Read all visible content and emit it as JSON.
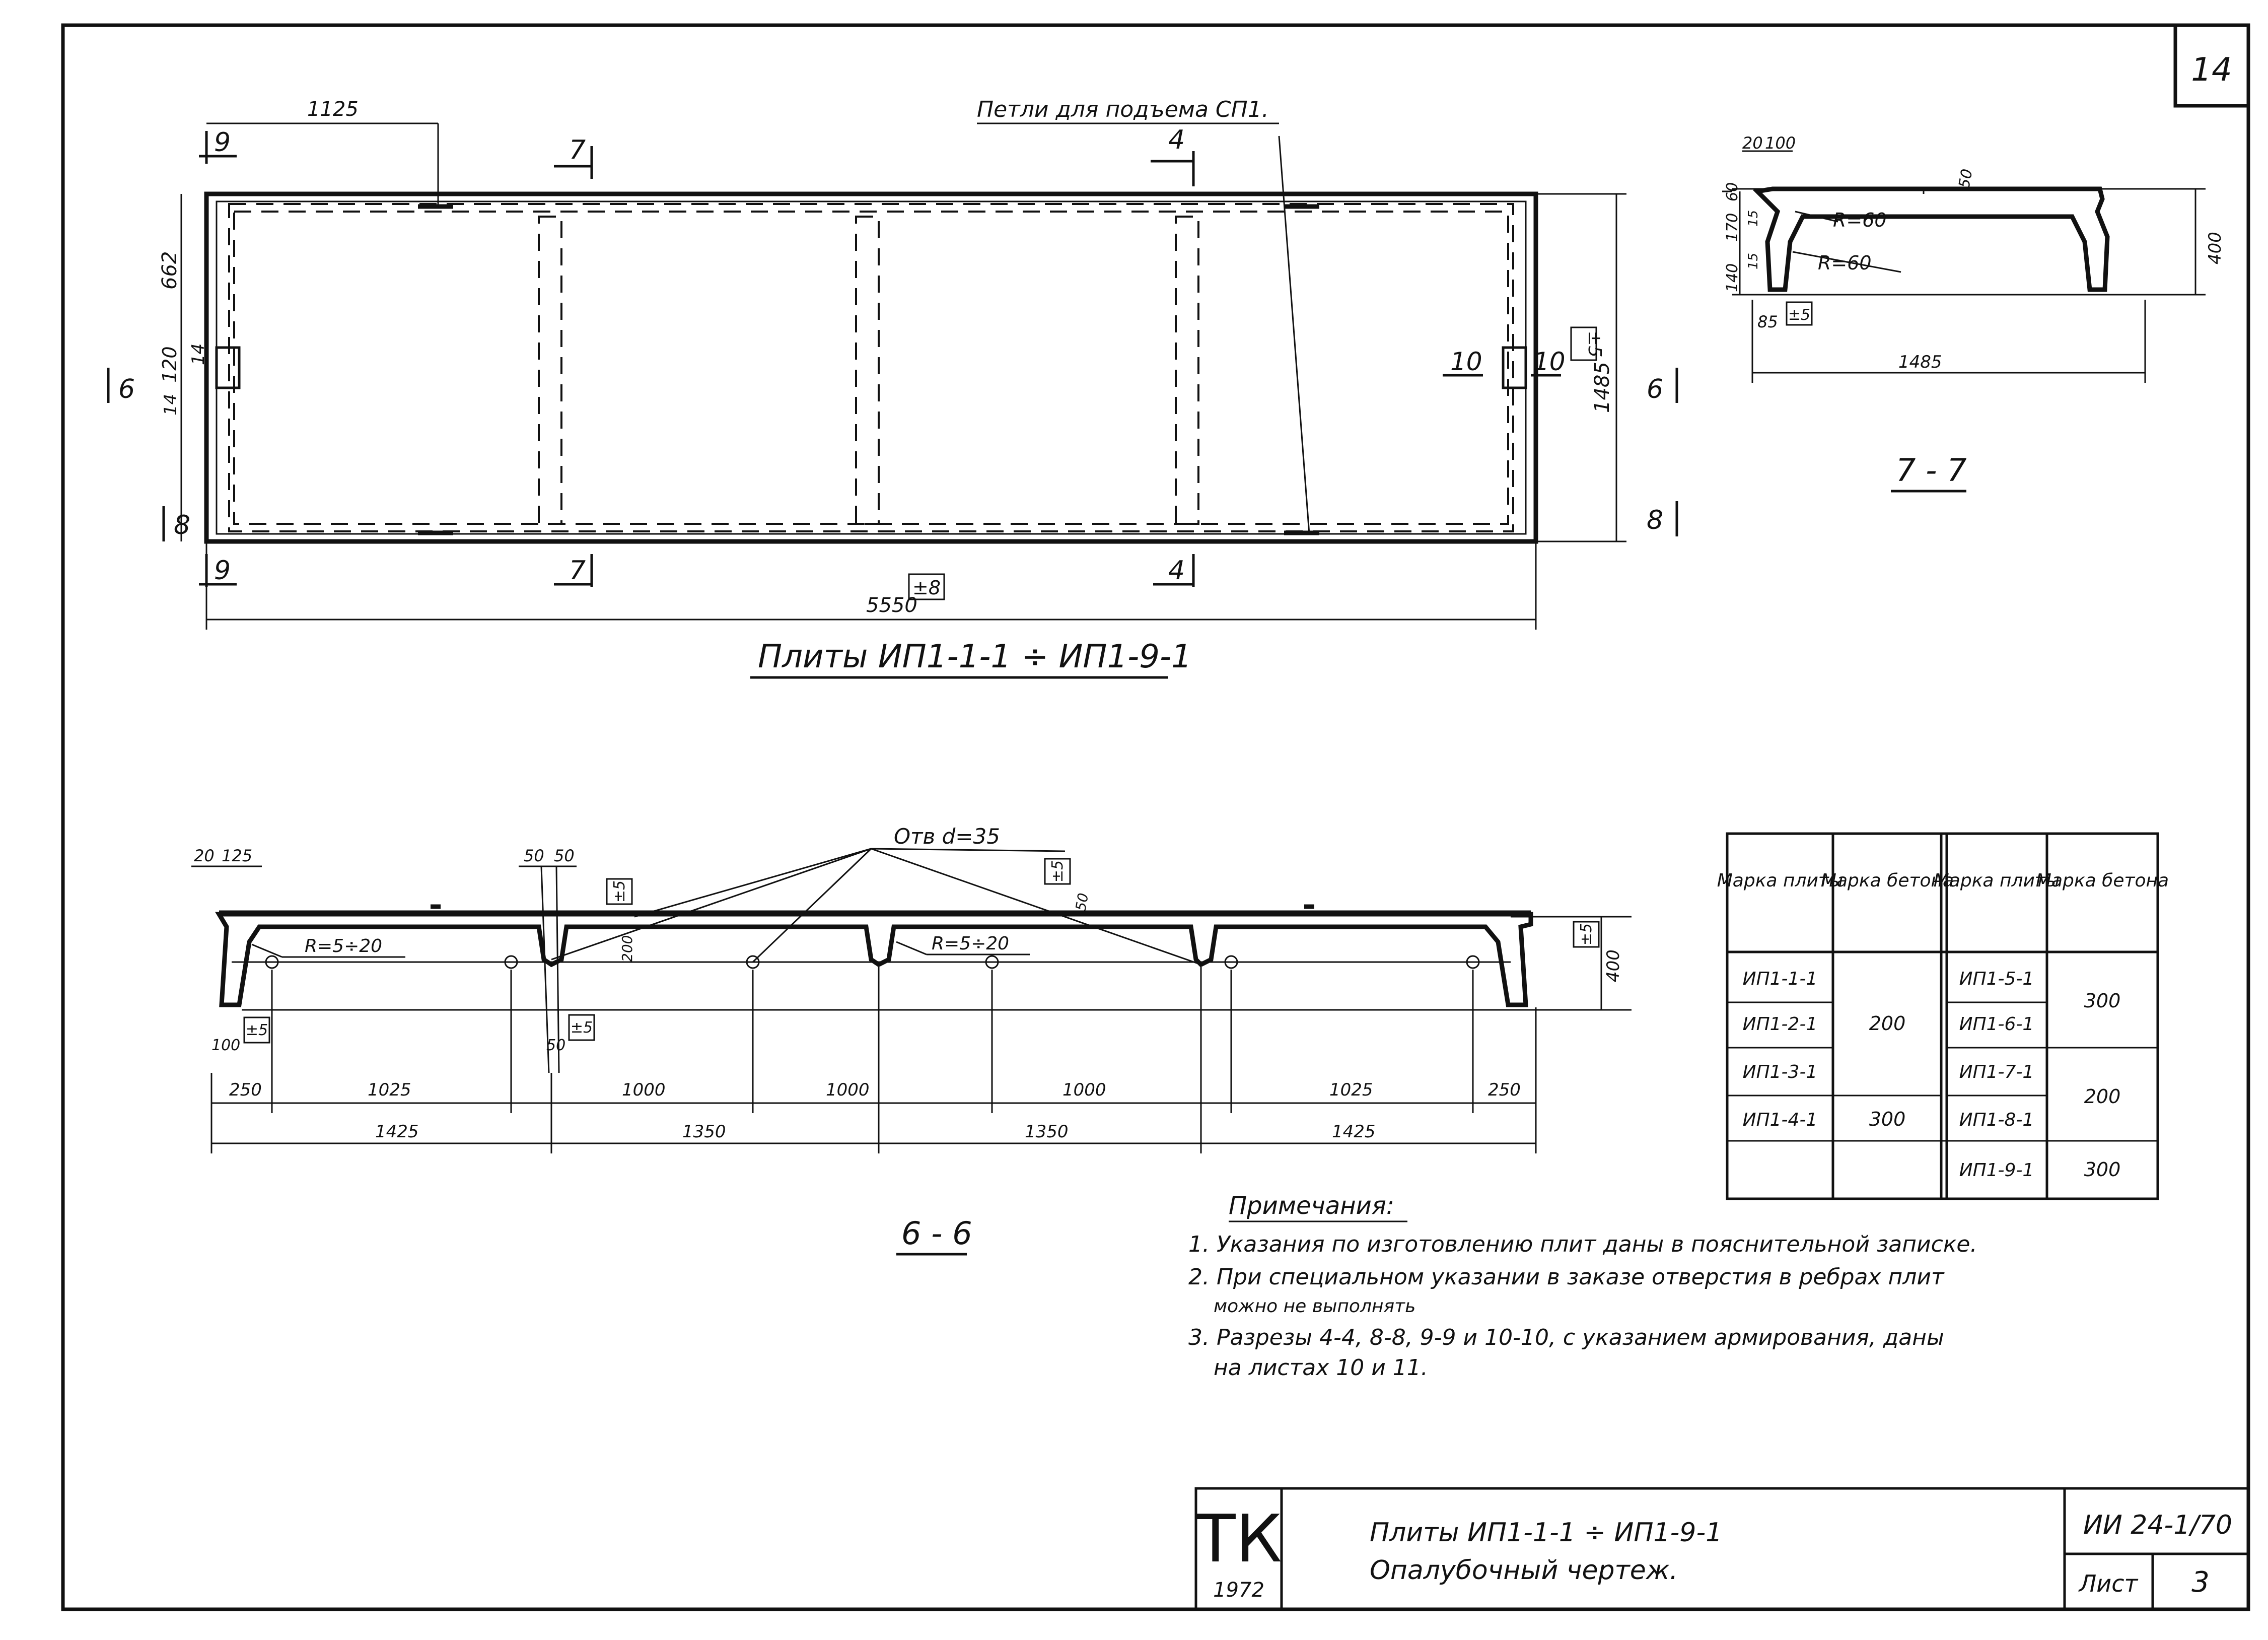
{
  "sheet": {
    "page_number": "14"
  },
  "plan_view": {
    "title": "Плиты ИП1-1-1 ÷ ИП1-9-1",
    "loops_label": "Петли для подъема СП1.",
    "dims": {
      "loop_offset": "1125",
      "edge_top": "662",
      "lug_height": "120",
      "lug_small_1": "14",
      "lug_small_2": "14",
      "total_width": "1485",
      "total_length": "5550",
      "tol_length": "±8",
      "tol_width": "±5"
    },
    "sections": {
      "s9": "9",
      "s7": "7",
      "s4": "4",
      "s6": "6",
      "s8": "8",
      "s10": "10"
    }
  },
  "section_77": {
    "title": "7 - 7",
    "dims": {
      "top_a": "20",
      "top_b": "100",
      "height_60": "60",
      "height_170": "170",
      "height_140": "140",
      "small_15a": "15",
      "small_15b": "15",
      "radius_top": "R=60",
      "radius_bottom": "R=60",
      "rib_50": "50",
      "total_height": "400",
      "base_85": "85",
      "tol": "±5",
      "width": "1485"
    }
  },
  "section_66": {
    "title": "6 - 6",
    "holes_label": "Отв d=35",
    "dims": {
      "top_20": "20",
      "top_125": "125",
      "rib_50a": "50",
      "rib_50b": "50",
      "radius_1": "R=5÷20",
      "radius_2": "R=5÷20",
      "h_200": "200",
      "h_50": "50",
      "height": "400",
      "base_100": "100",
      "base_50": "50",
      "tol_a": "±5",
      "tol_b": "±5",
      "tol_c": "±5",
      "tol_d": "±5",
      "tol_e": "±5",
      "row1": [
        "250",
        "1025",
        "1000",
        "1000",
        "1000",
        "1025",
        "250"
      ],
      "row2": [
        "1425",
        "1350",
        "1350",
        "1425"
      ]
    }
  },
  "grade_table": {
    "headers": [
      "Марка плиты",
      "Марка бетона",
      "Марка плиты",
      "Марка бетона"
    ],
    "left_marks": [
      "ИП1-1-1",
      "ИП1-2-1",
      "ИП1-3-1",
      "ИП1-4-1"
    ],
    "left_concrete": [
      "200",
      "300"
    ],
    "right_marks": [
      "ИП1-5-1",
      "ИП1-6-1",
      "ИП1-7-1",
      "ИП1-8-1",
      "ИП1-9-1"
    ],
    "right_concrete": [
      "300",
      "200",
      "300"
    ]
  },
  "notes": {
    "title": "Примечания:",
    "items": [
      "1. Указания по изготовлению плит даны в пояснительной записке.",
      "2. При специальном указании в заказе отверстия в ребрах плит",
      "можно не выполнять",
      "3. Разрезы 4-4, 8-8, 9-9 и 10-10, с указанием армирования, даны",
      "на листах 10 и 11."
    ]
  },
  "title_block": {
    "logo": "ТК",
    "year": "1972",
    "title_line1": "Плиты ИП1-1-1 ÷ ИП1-9-1",
    "title_line2": "Опалубочный чертеж.",
    "series": "ИИ 24-1/70",
    "sheet_label": "Лист",
    "sheet_number": "3"
  }
}
